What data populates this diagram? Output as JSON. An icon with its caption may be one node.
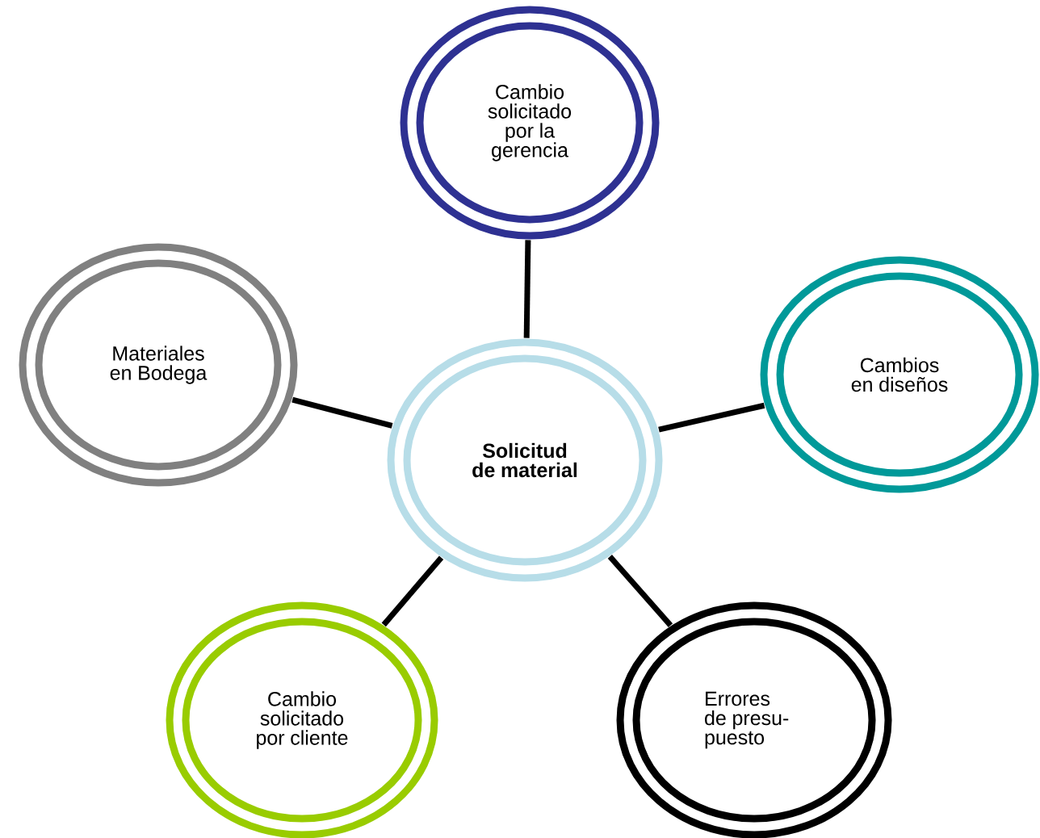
{
  "diagram": {
    "nodes": [
      {
        "text": [
          "Cambio solicitado por la gerencia"
        ]
      },
      {
        "text": [
          "Materiales en Bodega"
        ]
      },
      {
        "text": [
          "Cambios en diseños"
        ]
      },
      {
        "text": [
          "Solicitud de material"
        ]
      },
      {
        "text": [
          "Cambio solicitado por cliente"
        ]
      },
      {
        "text": [
          "Errores de presu- puesto"
        ]
      }
    ],
    "edges": [
      {
        "from": 3,
        "to": 0,
        "arrow": "none"
      },
      {
        "from": 3,
        "to": 1,
        "arrow": "none"
      },
      {
        "from": 3,
        "to": 2,
        "arrow": "none"
      },
      {
        "from": 3,
        "to": 4,
        "arrow": "none"
      },
      {
        "from": 3,
        "to": 5,
        "arrow": "none"
      }
    ]
  }
}
